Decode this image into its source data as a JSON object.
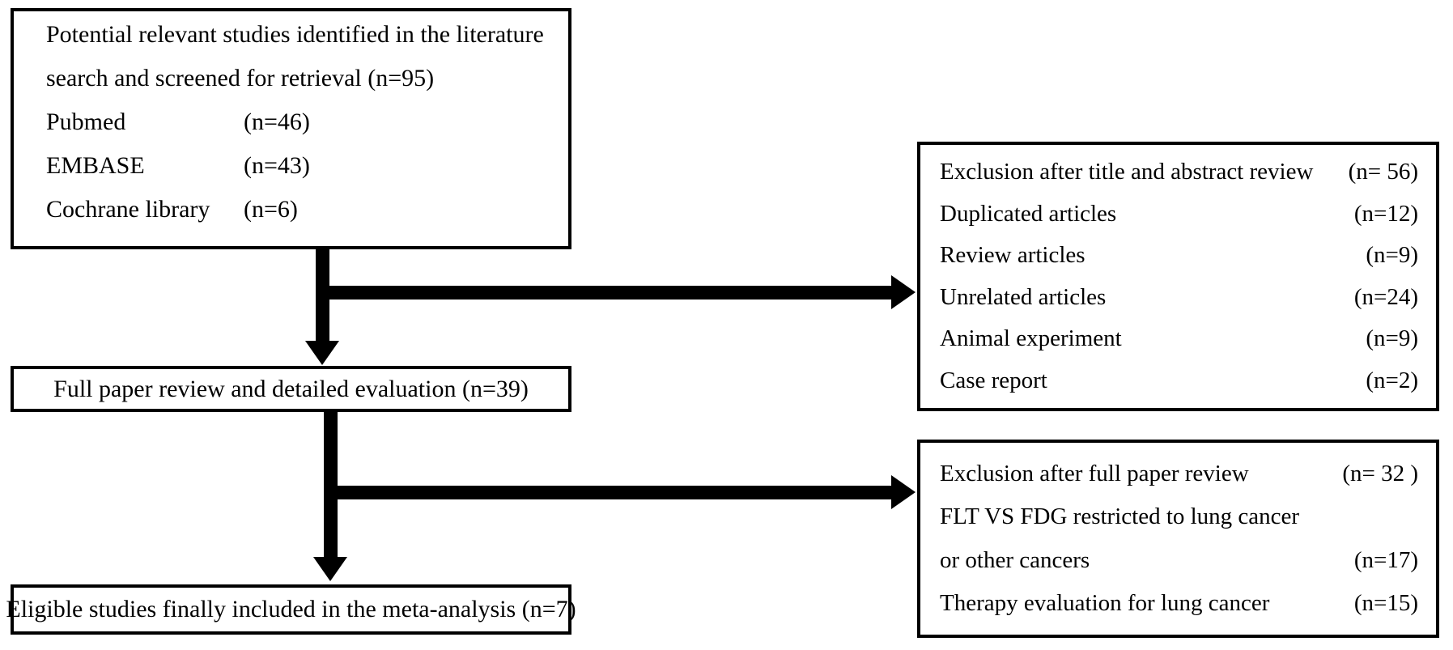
{
  "diagram": {
    "title": "Study selection flow diagram",
    "accent_color": "#000000",
    "background_color": "#ffffff"
  },
  "boxes": {
    "identification": {
      "name": "identification-box",
      "lines": [
        {
          "label": "Potential relevant studies identified in the literature",
          "value": ""
        },
        {
          "label": "search and screened for retrieval (n=95)",
          "value": ""
        },
        {
          "label": "Pubmed",
          "value": "(n=46)"
        },
        {
          "label": "EMBASE",
          "value": "(n=43)"
        },
        {
          "label": "Cochrane library",
          "value": "(n=6)"
        }
      ]
    },
    "full_paper": {
      "name": "full-paper-review-box",
      "text": "Full paper review and detailed evaluation (n=39)"
    },
    "eligible": {
      "name": "eligible-studies-box",
      "text": "Eligible studies finally included in the meta-analysis (n=7)"
    },
    "exclusion_title_abstract": {
      "name": "exclusion-after-title-abstract-box",
      "lines": [
        {
          "label": "Exclusion after title and abstract review",
          "value": "(n= 56)"
        },
        {
          "label": "Duplicated articles",
          "value": "(n=12)"
        },
        {
          "label": "Review articles",
          "value": "(n=9)"
        },
        {
          "label": "Unrelated articles",
          "value": "(n=24)"
        },
        {
          "label": "Animal experiment",
          "value": "(n=9)"
        },
        {
          "label": "Case report",
          "value": "(n=2)"
        }
      ]
    },
    "exclusion_full_paper": {
      "name": "exclusion-after-full-paper-box",
      "lines": [
        {
          "label": "Exclusion after full paper review",
          "value": "(n= 32 )"
        },
        {
          "label": "FLT VS FDG restricted to lung cancer",
          "value": ""
        },
        {
          "label": "or other cancers",
          "value": "(n=17)"
        },
        {
          "label": "Therapy evaluation for lung cancer",
          "value": "(n=15)"
        }
      ]
    }
  },
  "connectors": [
    {
      "name": "identification-to-full-paper-arrow",
      "kind": "down"
    },
    {
      "name": "identification-to-exclusion-title-arrow",
      "kind": "right"
    },
    {
      "name": "full-paper-to-eligible-arrow",
      "kind": "down"
    },
    {
      "name": "full-paper-to-exclusion-full-arrow",
      "kind": "right"
    }
  ]
}
